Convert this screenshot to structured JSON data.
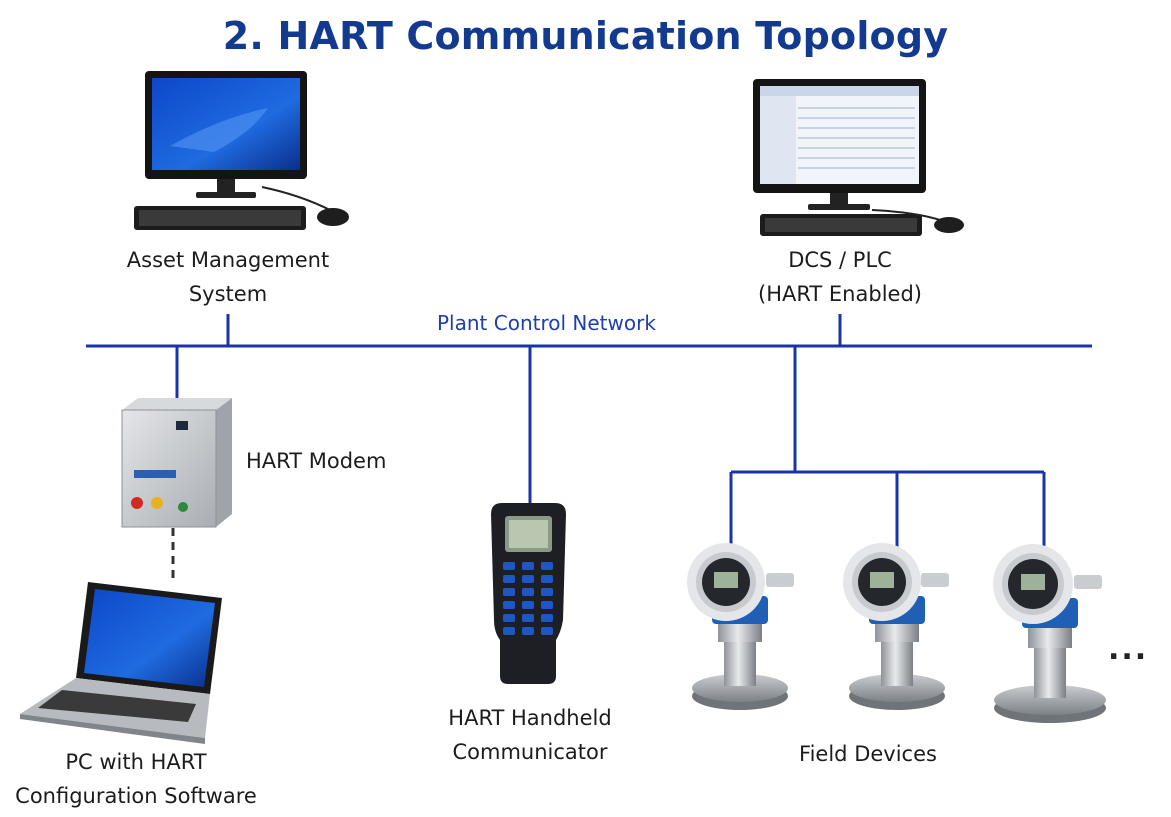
{
  "title": "2. HART Communication Topology",
  "network": {
    "label": "Plant Control Network",
    "line_color": "#1a34a8"
  },
  "nodes": {
    "asset_management": {
      "label_line1": "Asset Management",
      "label_line2": "System"
    },
    "dcs_plc": {
      "label_line1": "DCS / PLC",
      "label_line2": "(HART Enabled)"
    },
    "hart_modem": {
      "label": "HART Modem"
    },
    "pc_software": {
      "label_line1": "PC with HART",
      "label_line2": "Configuration Software"
    },
    "handheld": {
      "label_line1": "HART Handheld",
      "label_line2": "Communicator"
    },
    "field_devices": {
      "label": "Field Devices",
      "more": "..."
    }
  },
  "colors": {
    "title": "#123a8f",
    "device_blue": "#1f5fb6",
    "screen_blue": "#1a55c4"
  },
  "icons": [
    "desktop-computer-icon",
    "desktop-computer-icon",
    "modem-icon",
    "laptop-icon",
    "handheld-communicator-icon",
    "pressure-transmitter-icon"
  ]
}
